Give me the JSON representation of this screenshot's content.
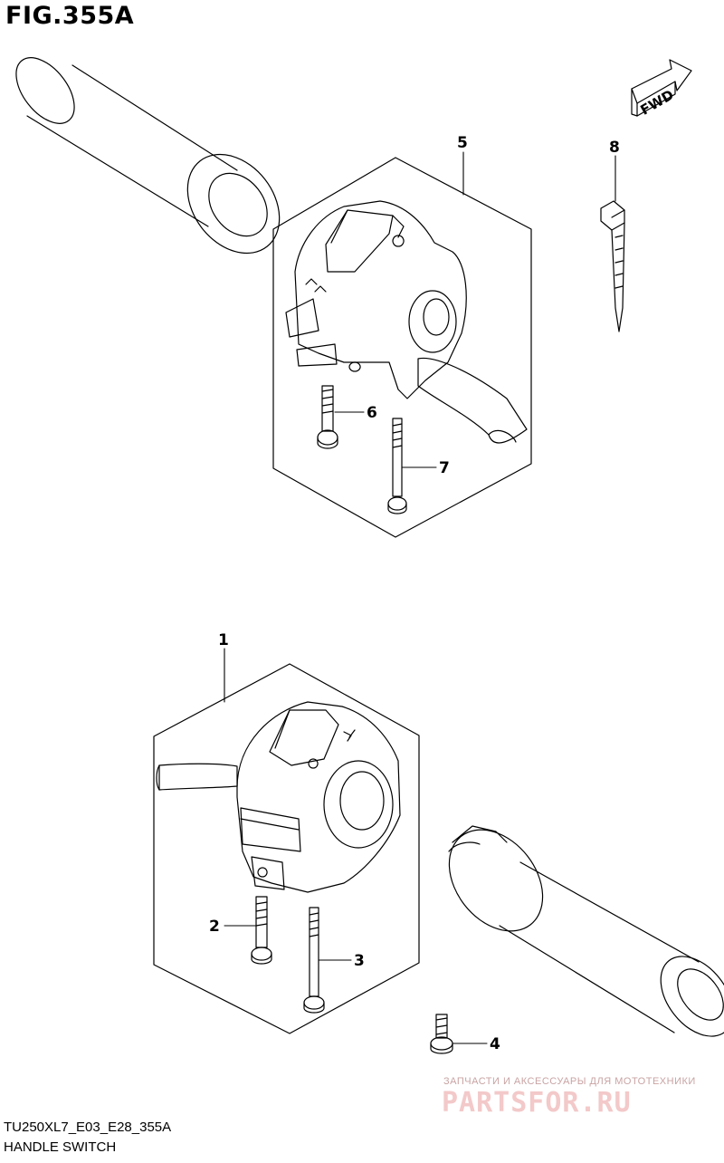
{
  "figure": {
    "title": "FIG.355A"
  },
  "direction_label": "FWD",
  "callouts": [
    "5",
    "8",
    "6",
    "7",
    "1",
    "2",
    "3",
    "4"
  ],
  "footer": {
    "code": "TU250XL7_E03_E28_355A",
    "name": "HANDLE SWITCH"
  },
  "watermark": {
    "tagline": "ЗАПЧАСТИ И АКСЕССУАРЫ ДЛЯ МОТОТЕХНИКИ",
    "brand": "PARTSFOR.RU"
  }
}
